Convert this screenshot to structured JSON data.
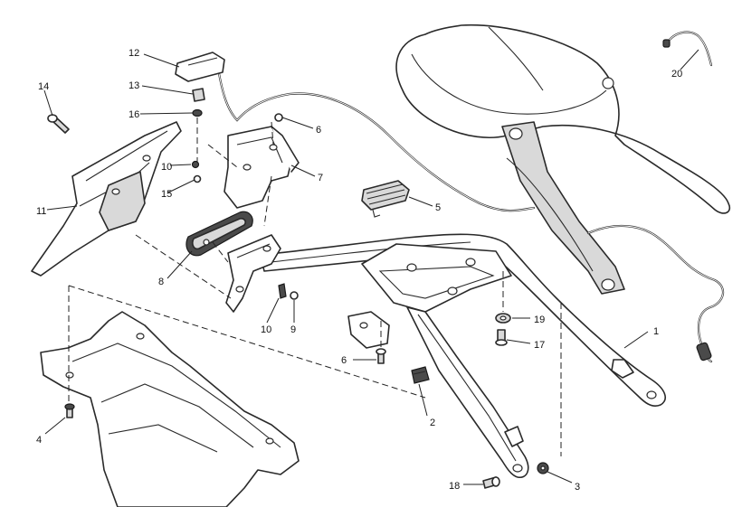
{
  "callouts": [
    {
      "id": "1",
      "label": "1"
    },
    {
      "id": "2",
      "label": "2"
    },
    {
      "id": "3",
      "label": "3"
    },
    {
      "id": "4",
      "label": "4"
    },
    {
      "id": "5",
      "label": "5"
    },
    {
      "id": "6a",
      "label": "6"
    },
    {
      "id": "6b",
      "label": "6"
    },
    {
      "id": "7",
      "label": "7"
    },
    {
      "id": "8",
      "label": "8"
    },
    {
      "id": "9",
      "label": "9"
    },
    {
      "id": "10a",
      "label": "10"
    },
    {
      "id": "10b",
      "label": "10"
    },
    {
      "id": "11",
      "label": "11"
    },
    {
      "id": "12",
      "label": "12"
    },
    {
      "id": "13",
      "label": "13"
    },
    {
      "id": "14",
      "label": "14"
    },
    {
      "id": "15",
      "label": "15"
    },
    {
      "id": "16",
      "label": "16"
    },
    {
      "id": "17",
      "label": "17"
    },
    {
      "id": "18",
      "label": "18"
    },
    {
      "id": "19",
      "label": "19"
    },
    {
      "id": "20",
      "label": "20"
    }
  ]
}
